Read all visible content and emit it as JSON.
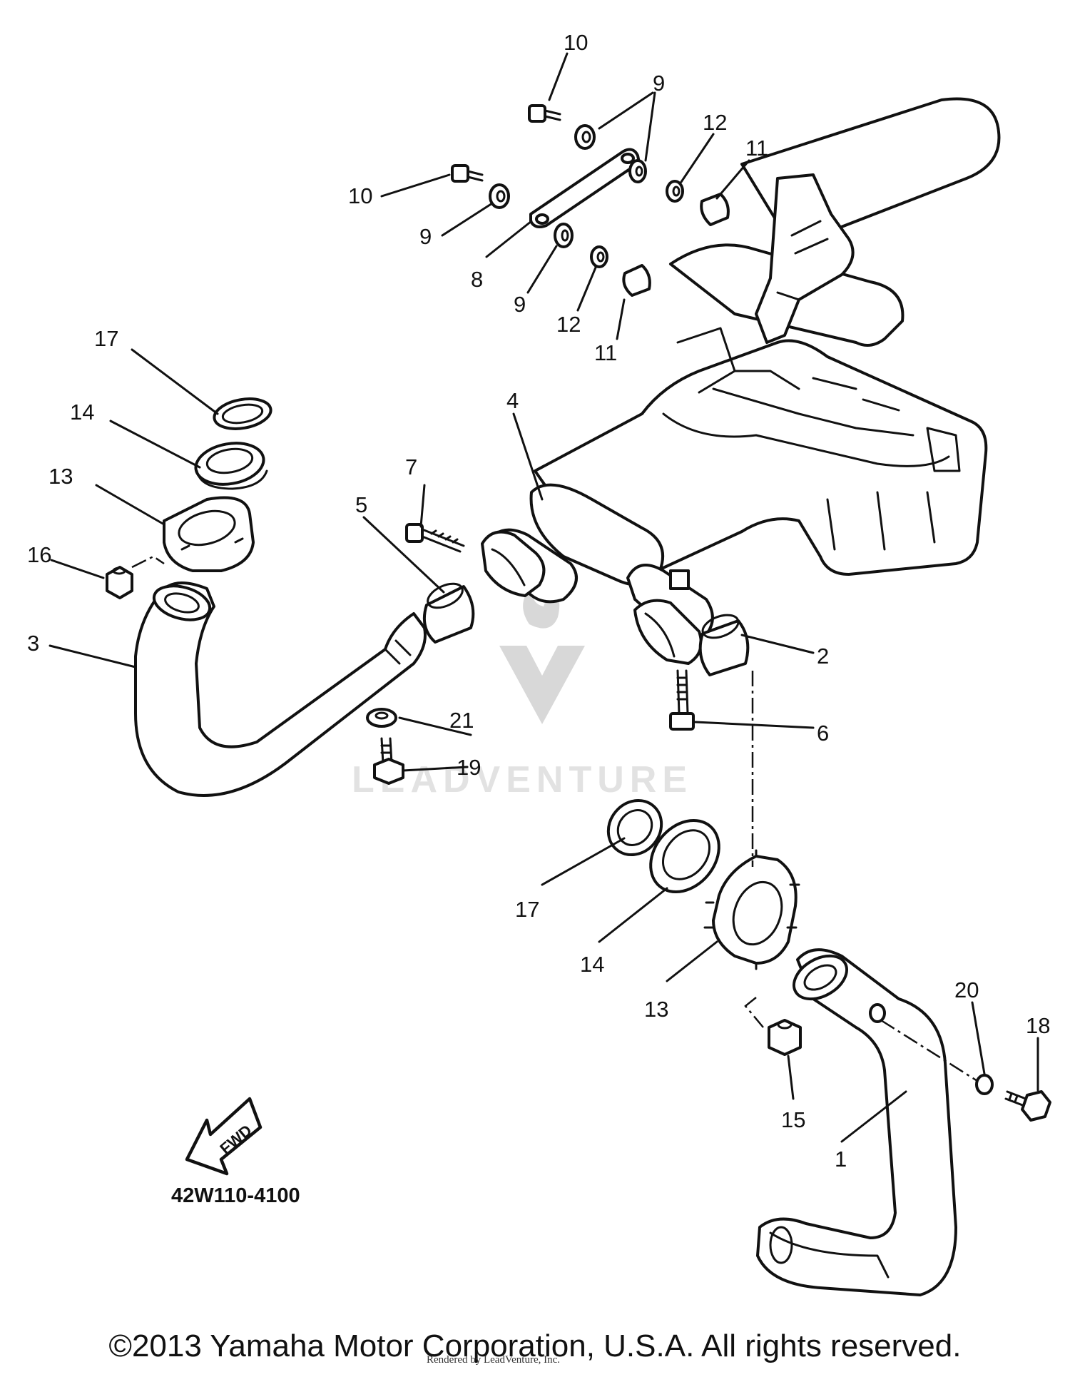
{
  "diagram": {
    "code": "42W110-4100",
    "direction_label": "FWD",
    "watermark": "LEADVENTURE",
    "copyright": "©2013 Yamaha Motor Corporation, U.S.A. All rights reserved.",
    "rendered_by": "Rendered by LeadVenture, Inc.",
    "part_labels": {
      "p1": "1",
      "p2": "2",
      "p3": "3",
      "p4": "4",
      "p5": "5",
      "p6": "6",
      "p7": "7",
      "p8": "8",
      "p9a": "9",
      "p9b": "9",
      "p9c": "9",
      "p10a": "10",
      "p10b": "10",
      "p11a": "11",
      "p11b": "11",
      "p12a": "12",
      "p12b": "12",
      "p13a": "13",
      "p13b": "13",
      "p14a": "14",
      "p14b": "14",
      "p15": "15",
      "p16": "16",
      "p17a": "17",
      "p17b": "17",
      "p18": "18",
      "p19": "19",
      "p20": "20",
      "p21": "21"
    }
  }
}
